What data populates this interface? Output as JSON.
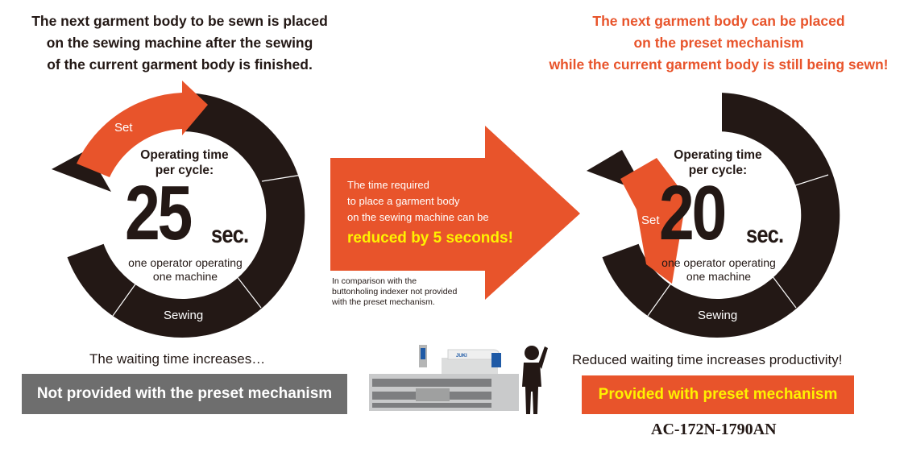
{
  "left": {
    "heading": [
      "The next garment body to be sewn is placed",
      "on the sewing machine after the sewing",
      "of the current garment body is finished."
    ],
    "cycle_title": [
      "Operating time",
      "per cycle:"
    ],
    "time_value": "25",
    "time_unit": "sec.",
    "operator_text": [
      "one operator operating",
      "one machine"
    ],
    "set_label": "Set",
    "sewing_label": "Sewing",
    "caption": "The waiting time increases…",
    "box_label": "Not provided with the preset mechanism"
  },
  "center": {
    "arrow_text": [
      "The time required",
      "to place a garment body",
      "on the sewing machine can be"
    ],
    "arrow_highlight": "reduced by 5 seconds!",
    "note": [
      "In comparison with the",
      "buttonholing indexer not provided",
      "with the preset mechanism."
    ],
    "machine_brand": "JUKI"
  },
  "right": {
    "heading": [
      "The next garment body can be placed",
      "on the preset mechanism",
      "while the current garment body is still being sewn!"
    ],
    "cycle_title": [
      "Operating time",
      "per cycle:"
    ],
    "time_value": "20",
    "time_unit": "sec.",
    "operator_text": [
      "one operator operating",
      "one machine"
    ],
    "set_label": "Set",
    "sewing_label": "Sewing",
    "caption": "Reduced waiting time increases productivity!",
    "box_label": "Provided with preset mechanism",
    "model": "AC-172N-1790AN"
  },
  "colors": {
    "orange": "#e8542b",
    "dark": "#231815",
    "yellow": "#fff100",
    "grey": "#6e6e6e"
  }
}
